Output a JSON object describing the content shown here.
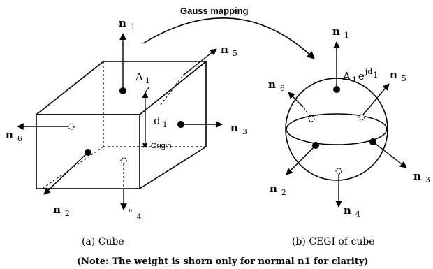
{
  "title": "Gauss mapping",
  "cube": {
    "normals": {
      "n1": {
        "base": "n",
        "sub": "1"
      },
      "n2": {
        "base": "n",
        "sub": "2"
      },
      "n3": {
        "base": "n",
        "sub": "3"
      },
      "n4": {
        "base": "\" ",
        "sub": "4"
      },
      "n5": {
        "base": "n",
        "sub": "5"
      },
      "n6": {
        "base": "n",
        "sub": "6"
      }
    },
    "area_label": {
      "base": "A",
      "sub": "1"
    },
    "distance_label": {
      "base": "d",
      "sub": "1"
    },
    "origin_label": "Origin",
    "origin_marker": "✖"
  },
  "sphere": {
    "normals": {
      "n1": {
        "base": "n",
        "sub": "1"
      },
      "n2": {
        "base": "n",
        "sub": "2"
      },
      "n3": {
        "base": "n",
        "sub": "3"
      },
      "n4": {
        "base": "n",
        "sub": "4"
      },
      "n5": {
        "base": "n",
        "sub": "5"
      },
      "n6": {
        "base": "n",
        "sub": "6"
      }
    },
    "weight_label": {
      "base": "A",
      "sub": "1",
      "exp_base": "e",
      "exp": "jd",
      "exp_sub": "1"
    }
  },
  "captions": {
    "left": "(a) Cube",
    "right": "(b) CEGI of cube"
  },
  "note": "(Note: The weight is shorn only for normal n1 for clarity)"
}
